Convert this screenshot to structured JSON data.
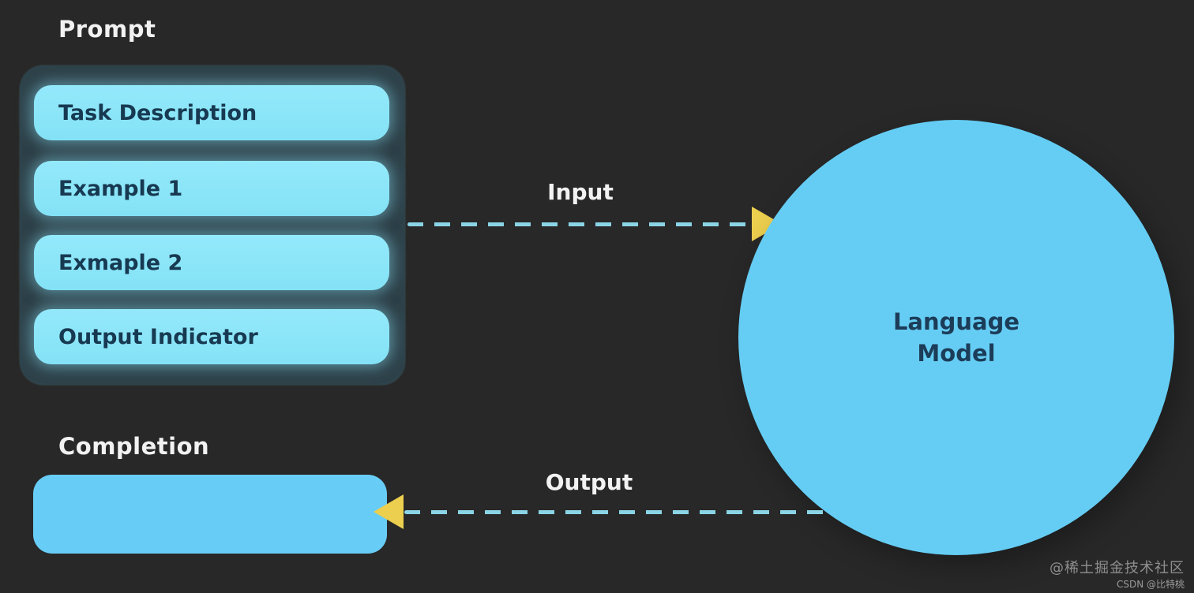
{
  "colors": {
    "background": "#282828",
    "panel": "#2d3e46",
    "prompt_box_cyan": "#8ae6f8",
    "completion_blue": "#68cdf6",
    "circle_blue": "#65cdf4",
    "dash_blue": "#8ad4e6",
    "arrow_yellow": "#eccf4e",
    "dark_text": "#1c3c58",
    "light_text": "#f2f2f2"
  },
  "prompt": {
    "label": "Prompt",
    "boxes": [
      "Task Description",
      "Example 1",
      "Exmaple 2",
      "Output Indicator"
    ]
  },
  "completion": {
    "label": "Completion"
  },
  "model": {
    "label": "Language\nModel"
  },
  "flows": {
    "input_label": "Input",
    "output_label": "Output"
  },
  "watermark": {
    "primary": "@稀土掘金技术社区",
    "secondary": "CSDN @比特桃"
  }
}
